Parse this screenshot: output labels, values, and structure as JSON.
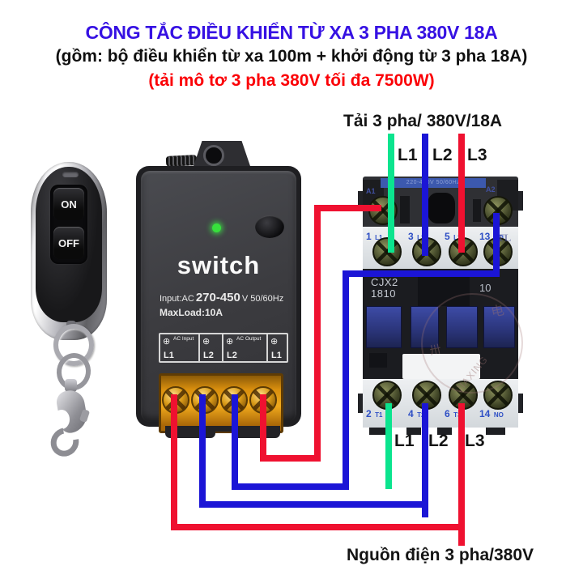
{
  "header": {
    "title": "CÔNG TẮC ĐIỀU KHIỂN TỪ XA 3 PHA 380V 18A",
    "subtitle": "(gồm: bộ điều khiển từ xa 100m + khởi động từ 3 pha 18A)",
    "note": "(tải mô tơ 3 pha 380V tối đa 7500W)"
  },
  "colors": {
    "title_blue": "#3611e3",
    "note_red": "#fb0006",
    "wire_green": "#0be48e",
    "wire_blue": "#1b15d6",
    "wire_red": "#ef1130"
  },
  "icons": {
    "terminal_screw": "⊕"
  },
  "remote": {
    "on_label": "ON",
    "off_label": "OFF"
  },
  "switch_module": {
    "brand": "switch",
    "input_prefix": "Input:AC",
    "input_range": "270-450",
    "input_suffix": "V 50/60Hz",
    "max_load": "MaxLoad:10A",
    "cells": [
      {
        "group": "AC Input",
        "label": "L1"
      },
      {
        "label": "L2"
      },
      {
        "group": "AC Output",
        "label": "L2"
      },
      {
        "label": "L1"
      }
    ]
  },
  "contactor": {
    "model_line1": "CJX2",
    "model_line2": "1810",
    "aux_label": "10",
    "coil_strip_text": "220-440V 50/60Hz",
    "coil_a1": "A1",
    "coil_a2": "A2",
    "top_terminals": [
      {
        "num": "1",
        "name": "L1"
      },
      {
        "num": "3",
        "name": "L2"
      },
      {
        "num": "5",
        "name": "L3"
      },
      {
        "num": "13",
        "name": "NO"
      }
    ],
    "bottom_terminals": [
      {
        "num": "2",
        "name": "T1"
      },
      {
        "num": "4",
        "name": "T2"
      },
      {
        "num": "6",
        "name": "T3"
      },
      {
        "num": "14",
        "name": "NO"
      }
    ],
    "watermark_cn1": "电",
    "watermark_cn2": "卅",
    "watermark_text": "JIAXING",
    "watermark_tl": "TL"
  },
  "diagram_labels": {
    "load": "Tải 3 pha/ 380V/18A",
    "source": "Nguồn điện 3 pha/380V",
    "load_l1": "L1",
    "load_l2": "L2",
    "load_l3": "L3",
    "source_l1": "L1",
    "source_l2": "L2",
    "source_l3": "L3"
  }
}
